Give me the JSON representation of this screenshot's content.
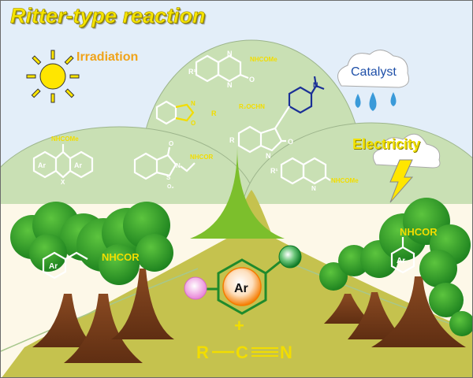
{
  "title": "Ritter-type reaction",
  "conditions": {
    "irradiation": "Irradiation",
    "catalyst": "Catalyst",
    "electricity": "Electricity"
  },
  "products": {
    "quinoxalinone": {
      "substituent": "R¹",
      "group": "NHCOMe",
      "n1": "N",
      "n2": "N",
      "o": "O"
    },
    "benzoxazole": {
      "n": "N",
      "o": "O",
      "r": "R"
    },
    "oxindole": {
      "group": "R₂OCHN",
      "r": "R",
      "n": "N",
      "o": "O",
      "amine": "N"
    },
    "xanthene": {
      "group": "NHCOMe",
      "ar_left": "Ar",
      "ar_right": "Ar",
      "x": "X"
    },
    "saccharin": {
      "group": "NHCOR",
      "n": "N",
      "s": "S",
      "o2": "O₂",
      "o": "O"
    },
    "quinoline": {
      "substituent": "R¹",
      "group": "NHCOMe",
      "n": "N"
    }
  },
  "trees": {
    "left": {
      "ar": "Ar",
      "group": "NHCOR"
    },
    "right": {
      "ar": "Ar",
      "group": "NHCOR"
    }
  },
  "center": {
    "ar_label": "Ar",
    "plus": "+",
    "nitrile": {
      "r": "R",
      "c": "C",
      "n": "N"
    }
  },
  "colors": {
    "sky": "#e3eef9",
    "hill": "#c9e0b4",
    "ground": "#fdf8e8",
    "path": "#c5c24e",
    "tree_green": "#3aa52b",
    "trunk": "#7a3d1a",
    "yellow_text": "#f2dd00",
    "catalyst_text": "#1e4fa8",
    "irradiation_text": "#f0a31a",
    "ar_orange": "#f57c00",
    "ring_green": "#1f8a2c"
  }
}
